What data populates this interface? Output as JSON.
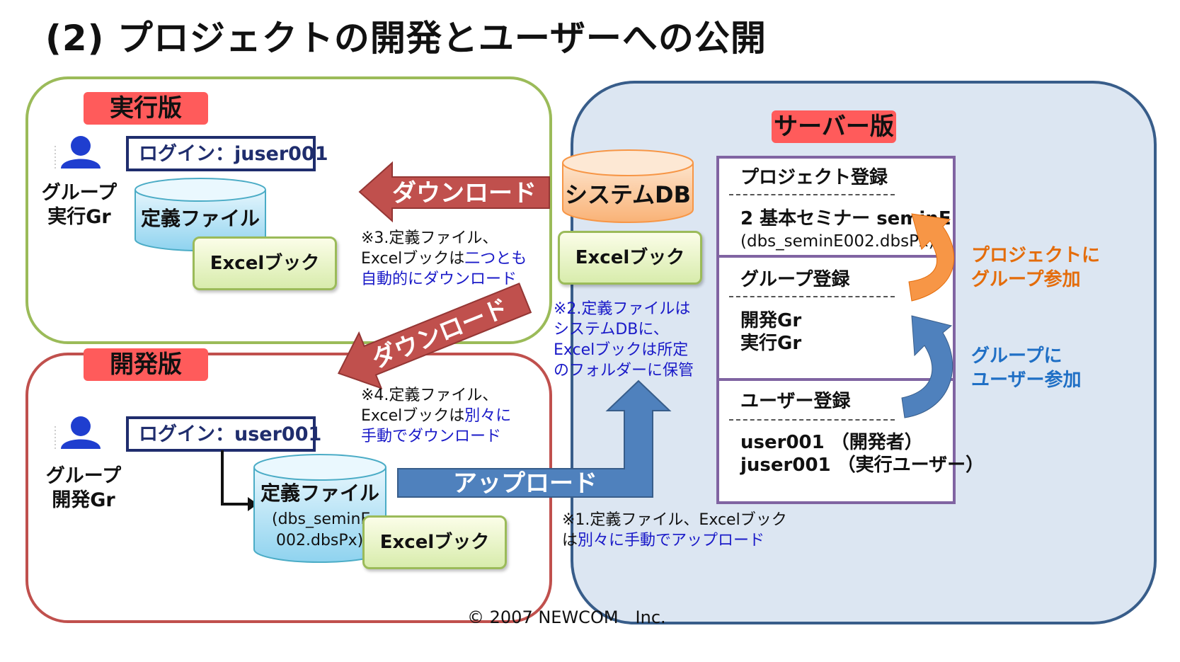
{
  "title": "(2) プロジェクトの開発とユーザーへの公開",
  "exec_panel": {
    "tag": "実行版",
    "login": "ログイン：juser001",
    "group_line1": "グループ",
    "group_line2": "実行Gr",
    "db_label": "定義ファイル",
    "excel_label": "Excelブック"
  },
  "dev_panel": {
    "tag": "開発版",
    "login": "ログイン：user001",
    "group_line1": "グループ",
    "group_line2": "開発Gr",
    "db_label": "定義ファイル",
    "db_sub1": "(dbs_seminE",
    "db_sub2": "002.dbsPx)",
    "excel_label": "Excelブック"
  },
  "server_panel": {
    "tag": "サーバー版",
    "db_label": "システムDB",
    "excel_label": "Excelブック",
    "project_head": "プロジェクト登録",
    "project_item": "2 基本セミナー seminE",
    "project_sub": "(dbs_seminE002.dbsPx)",
    "group_head": "グループ登録",
    "group_item1": "開発Gr",
    "group_item2": "実行Gr",
    "user_head": "ユーザー登録",
    "user_item1": "user001 （開発者）",
    "user_item2": "juser001 （実行ユーザー）",
    "side_project1": "プロジェクトに",
    "side_project2": "グループ参加",
    "side_group1": "グループに",
    "side_group2": "ユーザー参加"
  },
  "arrows": {
    "download_top": "ダウンロード",
    "download_diag": "ダウンロード",
    "upload": "アップロード"
  },
  "notes": {
    "n3_line1": "※3.定義ファイル、",
    "n3_line2a": "Excelブックは",
    "n3_line2b": "二つとも",
    "n3_line3": "自動的にダウンロード",
    "n2_line1": "※2.定義ファイルは",
    "n2_line2": "システムDBに、",
    "n2_line3": "Excelブックは所定",
    "n2_line4": "のフォルダーに保管",
    "n4_line1": "※4.定義ファイル、",
    "n4_line2a": "Excelブックは",
    "n4_line2b": "別々に",
    "n4_line3": "手動でダウンロード",
    "n1_line1": "※1.定義ファイル、Excelブック",
    "n1_line2a": "は",
    "n1_line2b": "別々に手動でアップロード"
  },
  "copyright": "© 2007 NEWCOM　Inc.",
  "colors": {
    "exec_border": "#9bbb59",
    "dev_border": "#c0504d",
    "server_border": "#385d8a",
    "server_fill": "#dce6f2",
    "tag_red": "#ff5b5b",
    "download_arrow": "#c0504d",
    "upload_arrow": "#4f81bd",
    "orange_curve": "#f79646",
    "blue_curve": "#4f81bd"
  }
}
